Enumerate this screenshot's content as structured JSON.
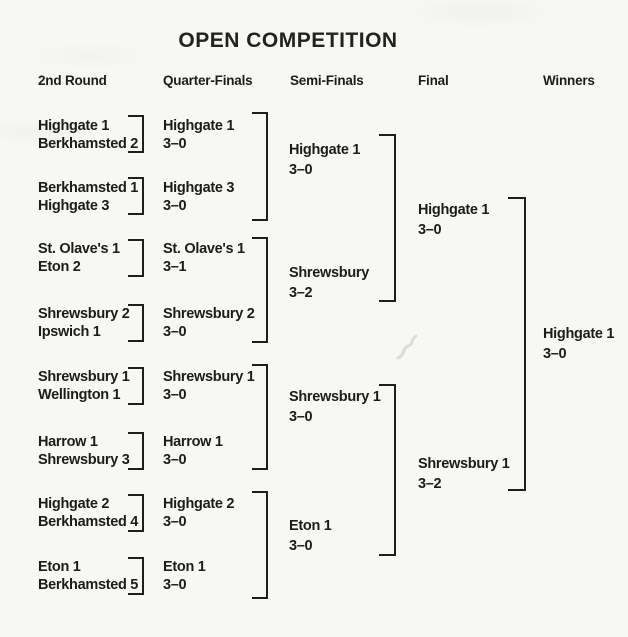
{
  "title": "OPEN COMPETITION",
  "columns": [
    "2nd Round",
    "Quarter-Finals",
    "Semi-Finals",
    "Final",
    "Winners"
  ],
  "colors": {
    "ink": "#1e1e1e",
    "paper": "#f7f7f4"
  },
  "rounds": {
    "round2": [
      {
        "team1": "Highgate 1",
        "team2": "Berkhamsted 2"
      },
      {
        "team1": "Berkhamsted 1",
        "team2": "Highgate 3"
      },
      {
        "team1": "St. Olave's 1",
        "team2": "Eton 2"
      },
      {
        "team1": "Shrewsbury 2",
        "team2": "Ipswich 1"
      },
      {
        "team1": "Shrewsbury 1",
        "team2": "Wellington 1"
      },
      {
        "team1": "Harrow 1",
        "team2": "Shrewsbury 3"
      },
      {
        "team1": "Highgate 2",
        "team2": "Berkhamsted 4"
      },
      {
        "team1": "Eton 1",
        "team2": "Berkhamsted 5"
      }
    ],
    "quarterfinals": [
      {
        "winner": "Highgate 1",
        "score": "3–0"
      },
      {
        "winner": "Highgate 3",
        "score": "3–0"
      },
      {
        "winner": "St. Olave's 1",
        "score": "3–1"
      },
      {
        "winner": "Shrewsbury 2",
        "score": "3–0"
      },
      {
        "winner": "Shrewsbury 1",
        "score": "3–0"
      },
      {
        "winner": "Harrow 1",
        "score": "3–0"
      },
      {
        "winner": "Highgate 2",
        "score": "3–0"
      },
      {
        "winner": "Eton 1",
        "score": "3–0"
      }
    ],
    "semifinals": [
      {
        "winner": "Highgate 1",
        "score": "3–0"
      },
      {
        "winner": "Shrewsbury",
        "score": "3–2"
      },
      {
        "winner": "Shrewsbury 1",
        "score": "3–0"
      },
      {
        "winner": "Eton 1",
        "score": "3–0"
      }
    ],
    "finals": [
      {
        "winner": "Highgate 1",
        "score": "3–0"
      },
      {
        "winner": "Shrewsbury 1",
        "score": "3–2"
      }
    ],
    "champion": {
      "winner": "Highgate 1",
      "score": "3–0"
    }
  }
}
